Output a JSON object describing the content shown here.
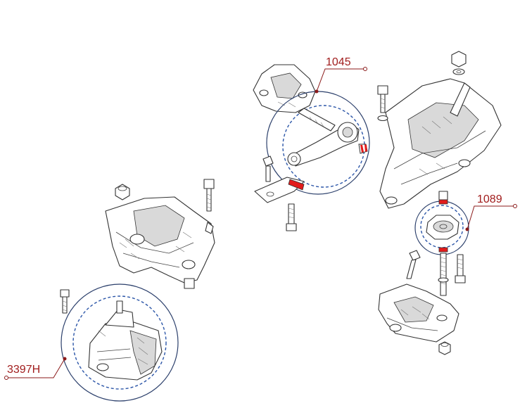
{
  "callouts": [
    {
      "id": "c1045",
      "label": "1045"
    },
    {
      "id": "c1089",
      "label": "1089"
    },
    {
      "id": "c3397h",
      "label": "3397H"
    }
  ],
  "colors": {
    "callout_text": "#a11d1d",
    "callout_line": "#8b1a1a",
    "circle_solid": "#2b3f6b",
    "circle_dashed": "#2c56a8",
    "highlight": "#e21b1b"
  }
}
